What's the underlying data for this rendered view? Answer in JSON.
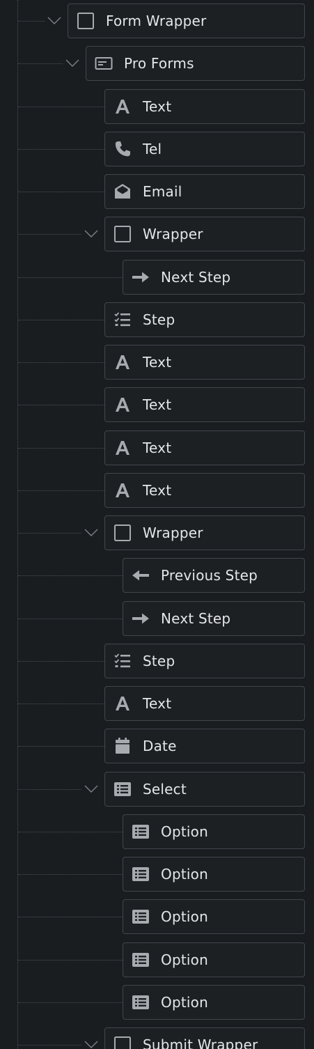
{
  "colors": {
    "background": "#1a1d20",
    "border": "#41464c",
    "guide": "#4a4f55",
    "icon": "#a7abaf",
    "text": "#e4e6e8"
  },
  "tree": [
    {
      "label": "Form Wrapper",
      "icon": "square-icon",
      "level": 0,
      "expanded": true
    },
    {
      "label": "Pro Forms",
      "icon": "form-icon",
      "level": 1,
      "expanded": true
    },
    {
      "label": "Text",
      "icon": "text-icon",
      "level": 2
    },
    {
      "label": "Tel",
      "icon": "phone-icon",
      "level": 2
    },
    {
      "label": "Email",
      "icon": "envelope-icon",
      "level": 2
    },
    {
      "label": "Wrapper",
      "icon": "square-icon",
      "level": 2,
      "expanded": true
    },
    {
      "label": "Next Step",
      "icon": "arrow-right-icon",
      "level": 3
    },
    {
      "label": "Step",
      "icon": "list-check-icon",
      "level": 2
    },
    {
      "label": "Text",
      "icon": "text-icon",
      "level": 2
    },
    {
      "label": "Text",
      "icon": "text-icon",
      "level": 2
    },
    {
      "label": "Text",
      "icon": "text-icon",
      "level": 2
    },
    {
      "label": "Text",
      "icon": "text-icon",
      "level": 2
    },
    {
      "label": "Wrapper",
      "icon": "square-icon",
      "level": 2,
      "expanded": true
    },
    {
      "label": "Previous Step",
      "icon": "arrow-left-icon",
      "level": 3
    },
    {
      "label": "Next Step",
      "icon": "arrow-right-icon",
      "level": 3
    },
    {
      "label": "Step",
      "icon": "list-check-icon",
      "level": 2
    },
    {
      "label": "Text",
      "icon": "text-icon",
      "level": 2
    },
    {
      "label": "Date",
      "icon": "calendar-icon",
      "level": 2
    },
    {
      "label": "Select",
      "icon": "select-list-icon",
      "level": 2,
      "expanded": true
    },
    {
      "label": "Option",
      "icon": "select-list-icon",
      "level": 3
    },
    {
      "label": "Option",
      "icon": "select-list-icon",
      "level": 3
    },
    {
      "label": "Option",
      "icon": "select-list-icon",
      "level": 3
    },
    {
      "label": "Option",
      "icon": "select-list-icon",
      "level": 3
    },
    {
      "label": "Option",
      "icon": "select-list-icon",
      "level": 3
    },
    {
      "label": "Submit Wrapper",
      "icon": "square-icon",
      "level": 2,
      "expanded": true
    }
  ]
}
